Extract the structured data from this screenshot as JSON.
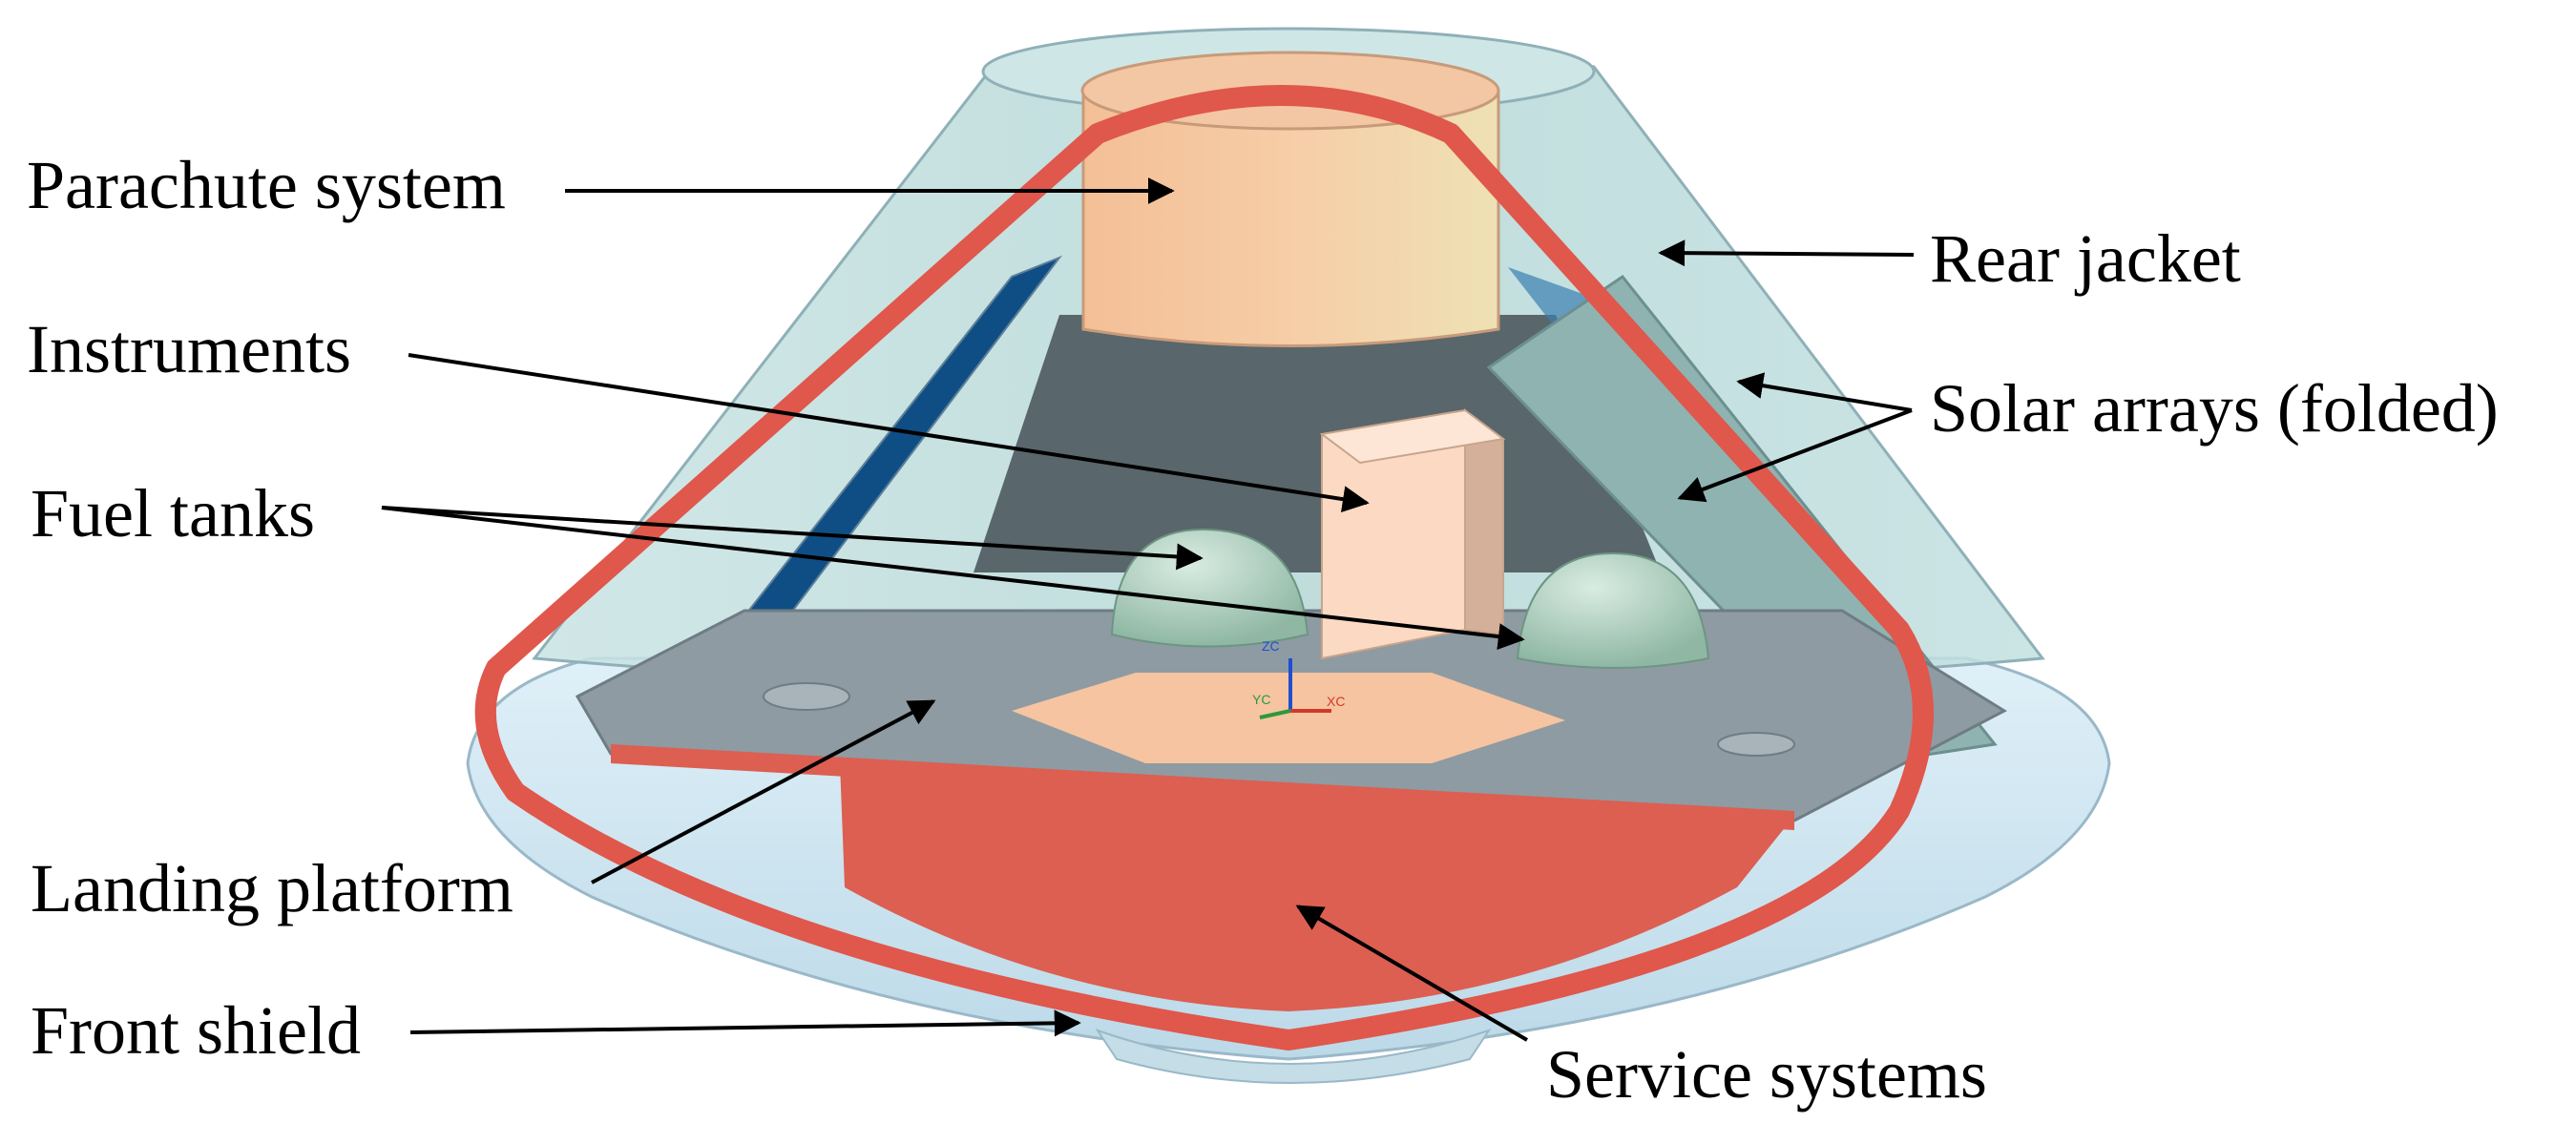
{
  "labels": {
    "parachute": "Parachute system",
    "instruments": "Instruments",
    "fuel_tanks": "Fuel tanks",
    "landing_platform": "Landing platform",
    "front_shield": "Front shield",
    "rear_jacket": "Rear jacket",
    "solar_arrays": "Solar arrays (folded)",
    "service_systems": "Service systems"
  },
  "axis_labels": {
    "x": "XC",
    "y": "YC",
    "z": "ZC"
  },
  "colors": {
    "cut_outline": "#e0574b",
    "service_block": "#dc5f52",
    "rear_jacket": "#b4d7d6",
    "front_shield": "#cfe6f2",
    "parachute": "#f2c7a4",
    "instruments": "#fbd9c2",
    "fuel_tank": "#b4d2c0",
    "platform": "#8e9ba2",
    "center_pad": "#f6c4a0",
    "inner_cone": "#59666b",
    "solar_panel_left": "#0f4e85",
    "solar_panel_right": "#8fb3b1",
    "arrow": "#000000"
  }
}
